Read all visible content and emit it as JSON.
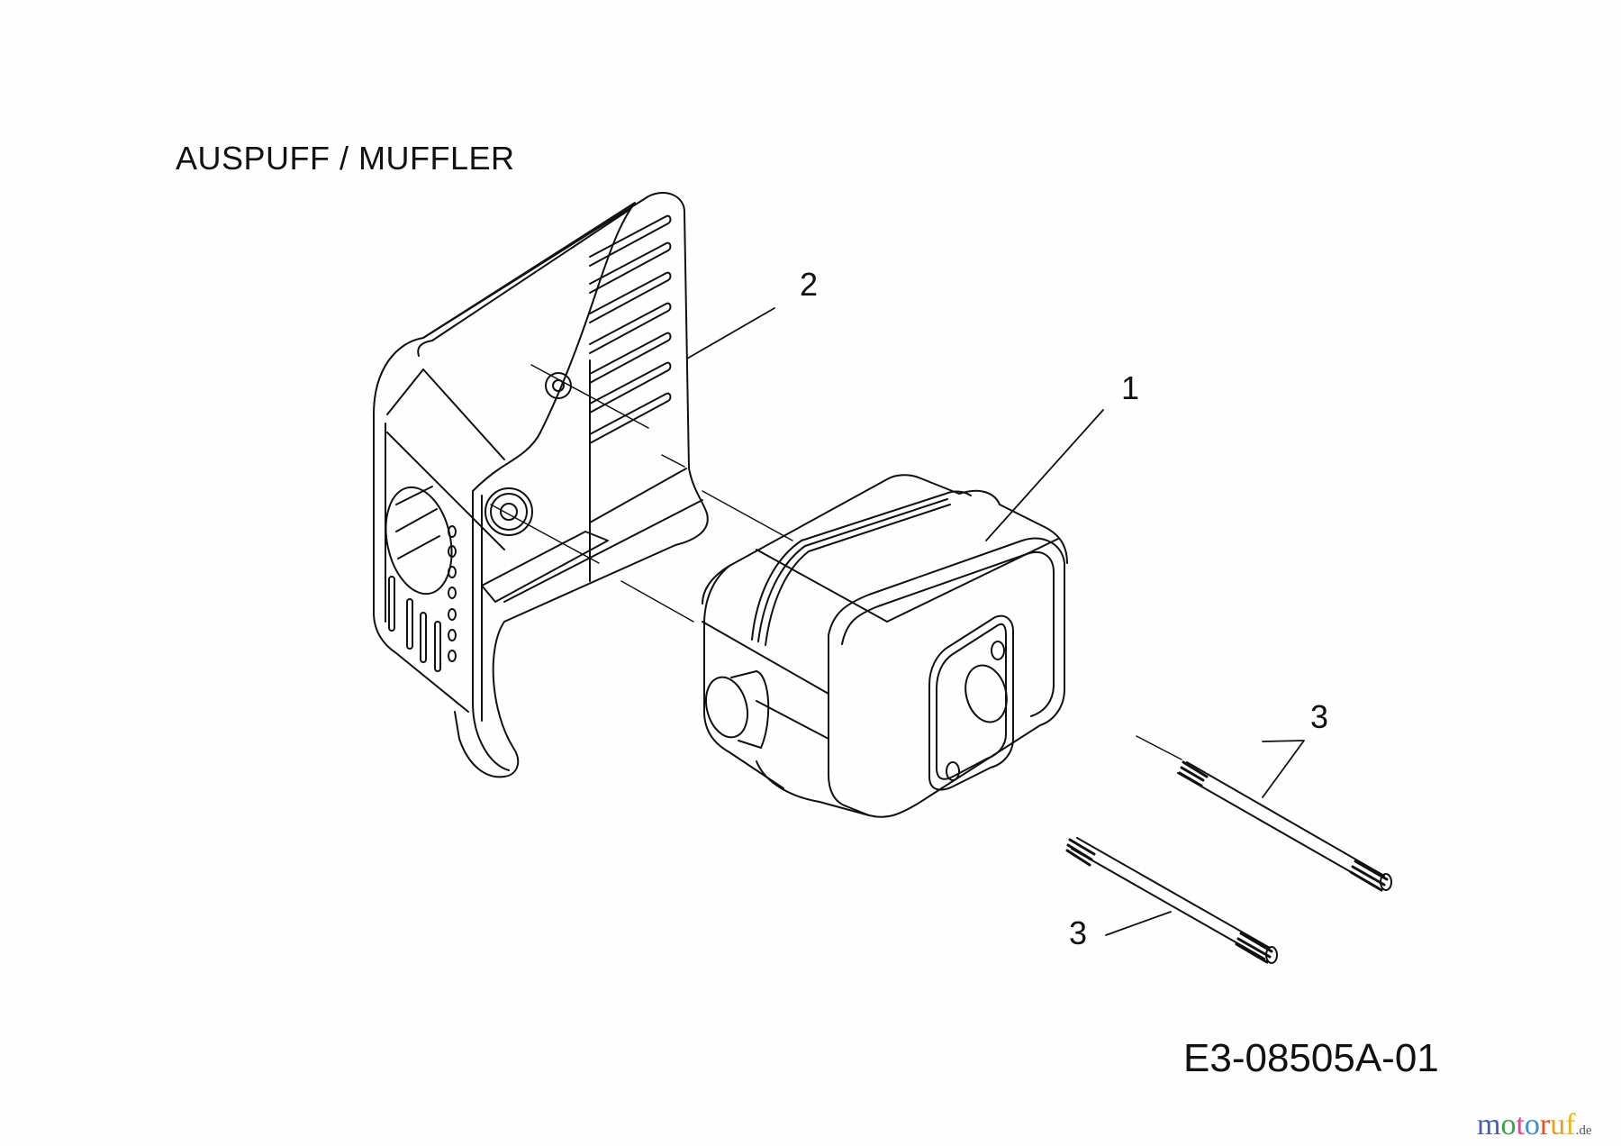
{
  "diagram": {
    "title": "AUSPUFF / MUFFLER",
    "drawing_number": "E3-08505A-01",
    "watermark": {
      "letters": [
        "m",
        "o",
        "t",
        "o",
        "r",
        "u",
        "f"
      ],
      "tld": ".de",
      "colors": [
        "#4a5fa8",
        "#3aa04a",
        "#d94d8a",
        "#3a8fd0",
        "#e0502a",
        "#e8a020",
        "#e6b820"
      ]
    },
    "callouts": [
      {
        "id": "1",
        "label": "1",
        "part": "muffler"
      },
      {
        "id": "2",
        "label": "2",
        "part": "muffler-heat-shield"
      },
      {
        "id": "3a",
        "label": "3",
        "part": "threaded-stud"
      },
      {
        "id": "3b",
        "label": "3",
        "part": "threaded-stud"
      }
    ]
  }
}
